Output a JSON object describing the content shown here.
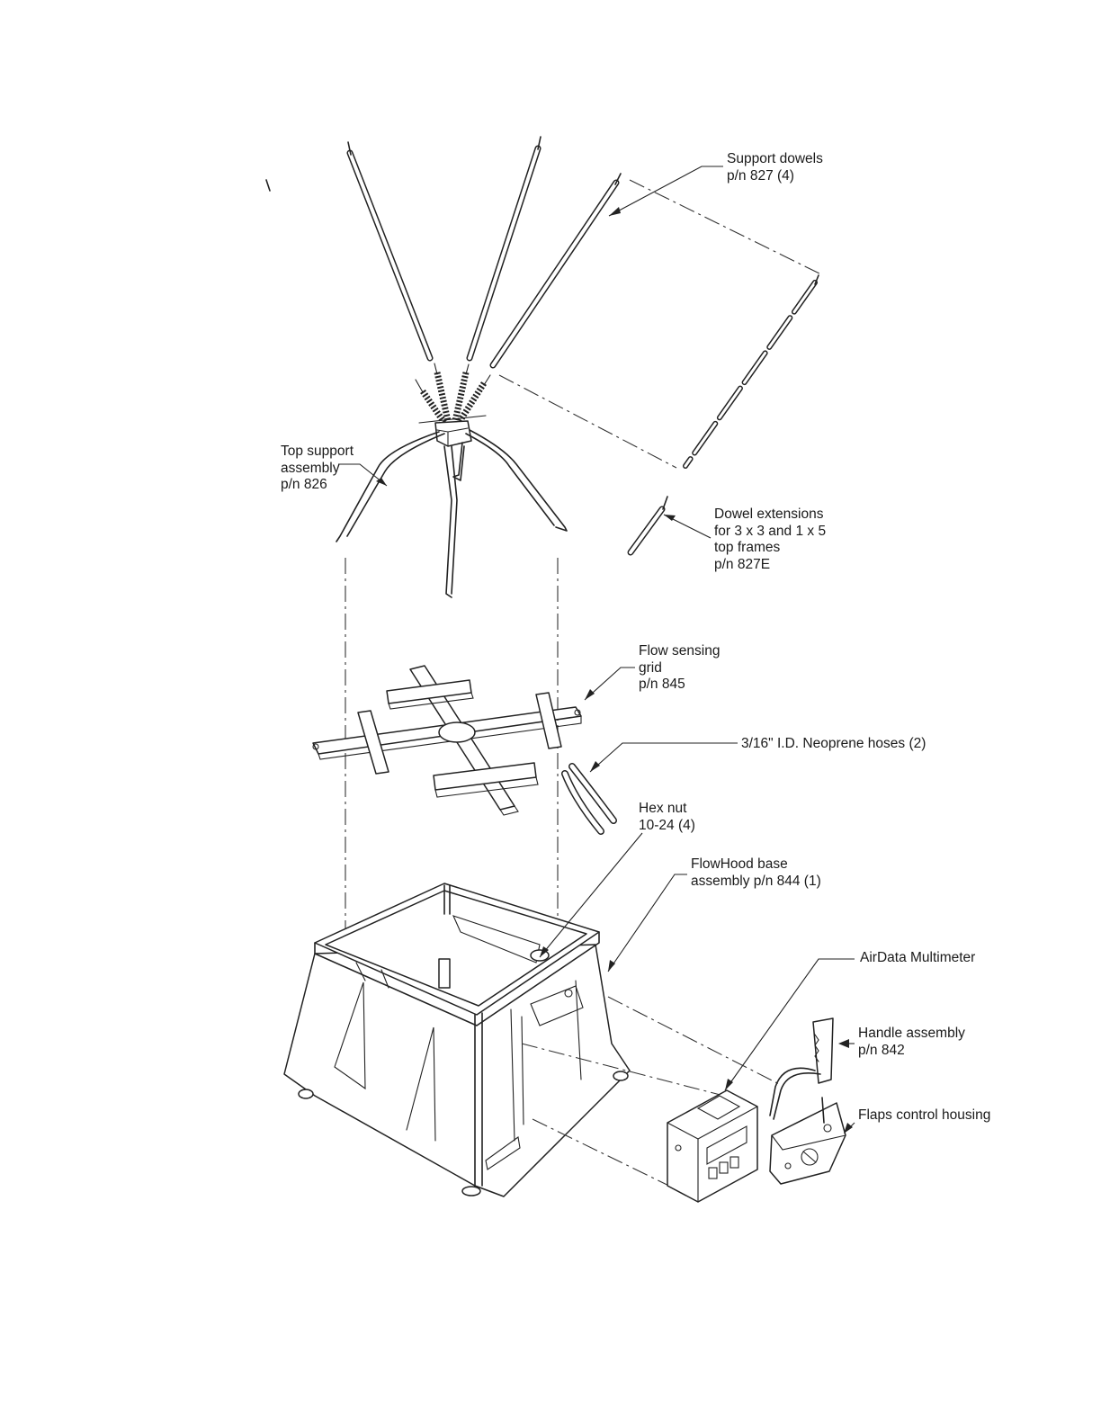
{
  "labels": {
    "support_dowels": [
      "Support dowels",
      "p/n  827  (4)"
    ],
    "top_support": [
      "Top support",
      "assembly",
      "p/n 826"
    ],
    "dowel_extensions": [
      "Dowel extensions",
      "for 3 x 3 and 1 x 5",
      "top frames",
      "p/n 827E"
    ],
    "flow_grid": [
      "Flow sensing",
      "grid",
      "p/n 845"
    ],
    "neoprene_hoses": [
      "3/16\" I.D. Neoprene hoses (2)"
    ],
    "hex_nut": [
      "Hex nut",
      "10-24 (4)"
    ],
    "base_assembly": [
      "FlowHood base",
      "assembly p/n 844 (1)"
    ],
    "multimeter": [
      "AirData Multimeter"
    ],
    "handle": [
      "Handle assembly",
      "p/n 842"
    ],
    "flaps_housing": [
      "Flaps control housing"
    ]
  },
  "colors": {
    "ink": "#222222",
    "background": "#ffffff"
  }
}
